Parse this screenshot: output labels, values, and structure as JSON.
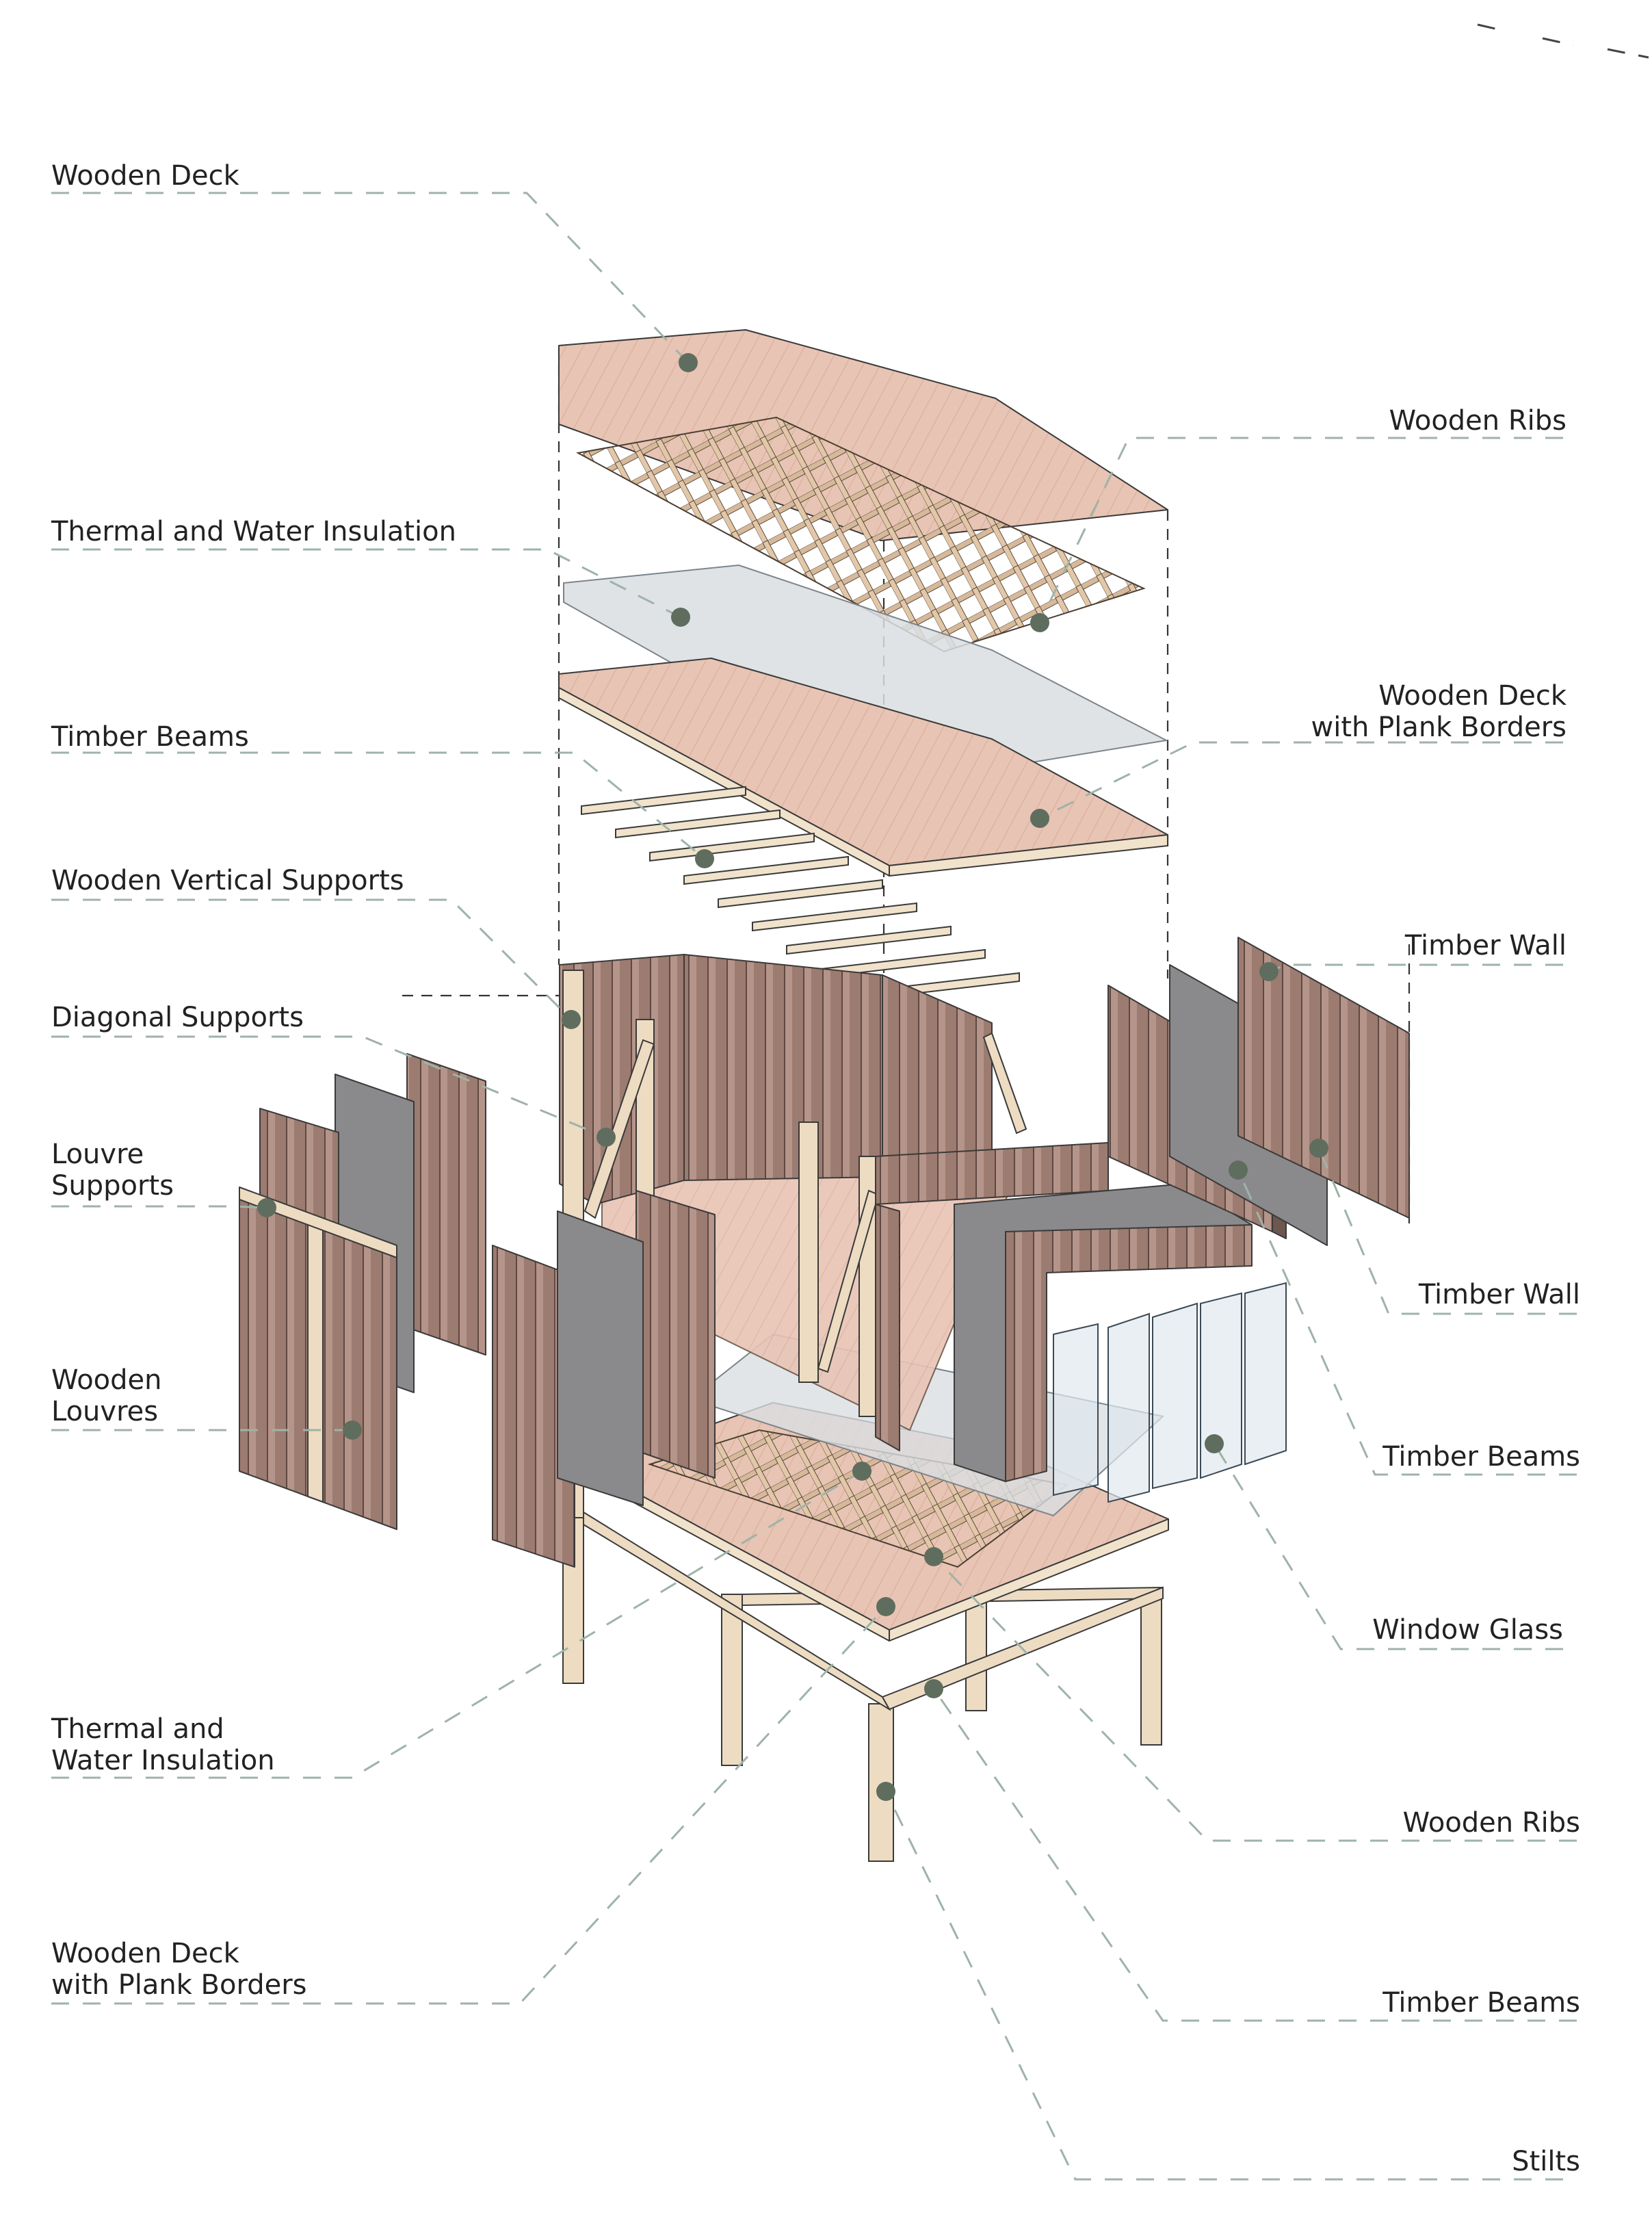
{
  "colors": {
    "leader": "#9fb3a8",
    "dot": "#5f6d5e",
    "deck": "#e8c4b4",
    "wood": "#eddcc2",
    "wall": "#9c7b70",
    "panel": "#8a8a8c",
    "glass": "#d9dee2"
  },
  "labels": {
    "left": [
      {
        "id": "wooden-deck-top",
        "lines": [
          "Wooden Deck"
        ]
      },
      {
        "id": "thermal-insulation-top",
        "lines": [
          "Thermal and Water Insulation"
        ]
      },
      {
        "id": "timber-beams-top",
        "lines": [
          "Timber Beams"
        ]
      },
      {
        "id": "wooden-vertical-supports",
        "lines": [
          "Wooden Vertical Supports"
        ]
      },
      {
        "id": "diagonal-supports",
        "lines": [
          "Diagonal Supports"
        ]
      },
      {
        "id": "louvre-supports",
        "lines": [
          "Louvre",
          "Supports"
        ]
      },
      {
        "id": "wooden-louvres",
        "lines": [
          "Wooden",
          "Louvres"
        ]
      },
      {
        "id": "thermal-insulation-bottom",
        "lines": [
          "Thermal and",
          "Water Insulation"
        ]
      },
      {
        "id": "wooden-deck-bottom",
        "lines": [
          "Wooden Deck",
          "with Plank Borders"
        ]
      }
    ],
    "right": [
      {
        "id": "wooden-ribs-top",
        "lines": [
          "Wooden Ribs"
        ]
      },
      {
        "id": "wooden-deck-plank-top",
        "lines": [
          "Wooden Deck",
          "with Plank Borders"
        ]
      },
      {
        "id": "timber-wall-1",
        "lines": [
          "Timber Wall"
        ]
      },
      {
        "id": "timber-wall-2",
        "lines": [
          "Timber Wall"
        ]
      },
      {
        "id": "timber-beams-mid",
        "lines": [
          "Timber Beams"
        ]
      },
      {
        "id": "window-glass",
        "lines": [
          "Window Glass"
        ]
      },
      {
        "id": "wooden-ribs-bottom",
        "lines": [
          "Wooden Ribs"
        ]
      },
      {
        "id": "timber-beams-bottom",
        "lines": [
          "Timber Beams"
        ]
      },
      {
        "id": "stilts",
        "lines": [
          "Stilts"
        ]
      }
    ]
  }
}
